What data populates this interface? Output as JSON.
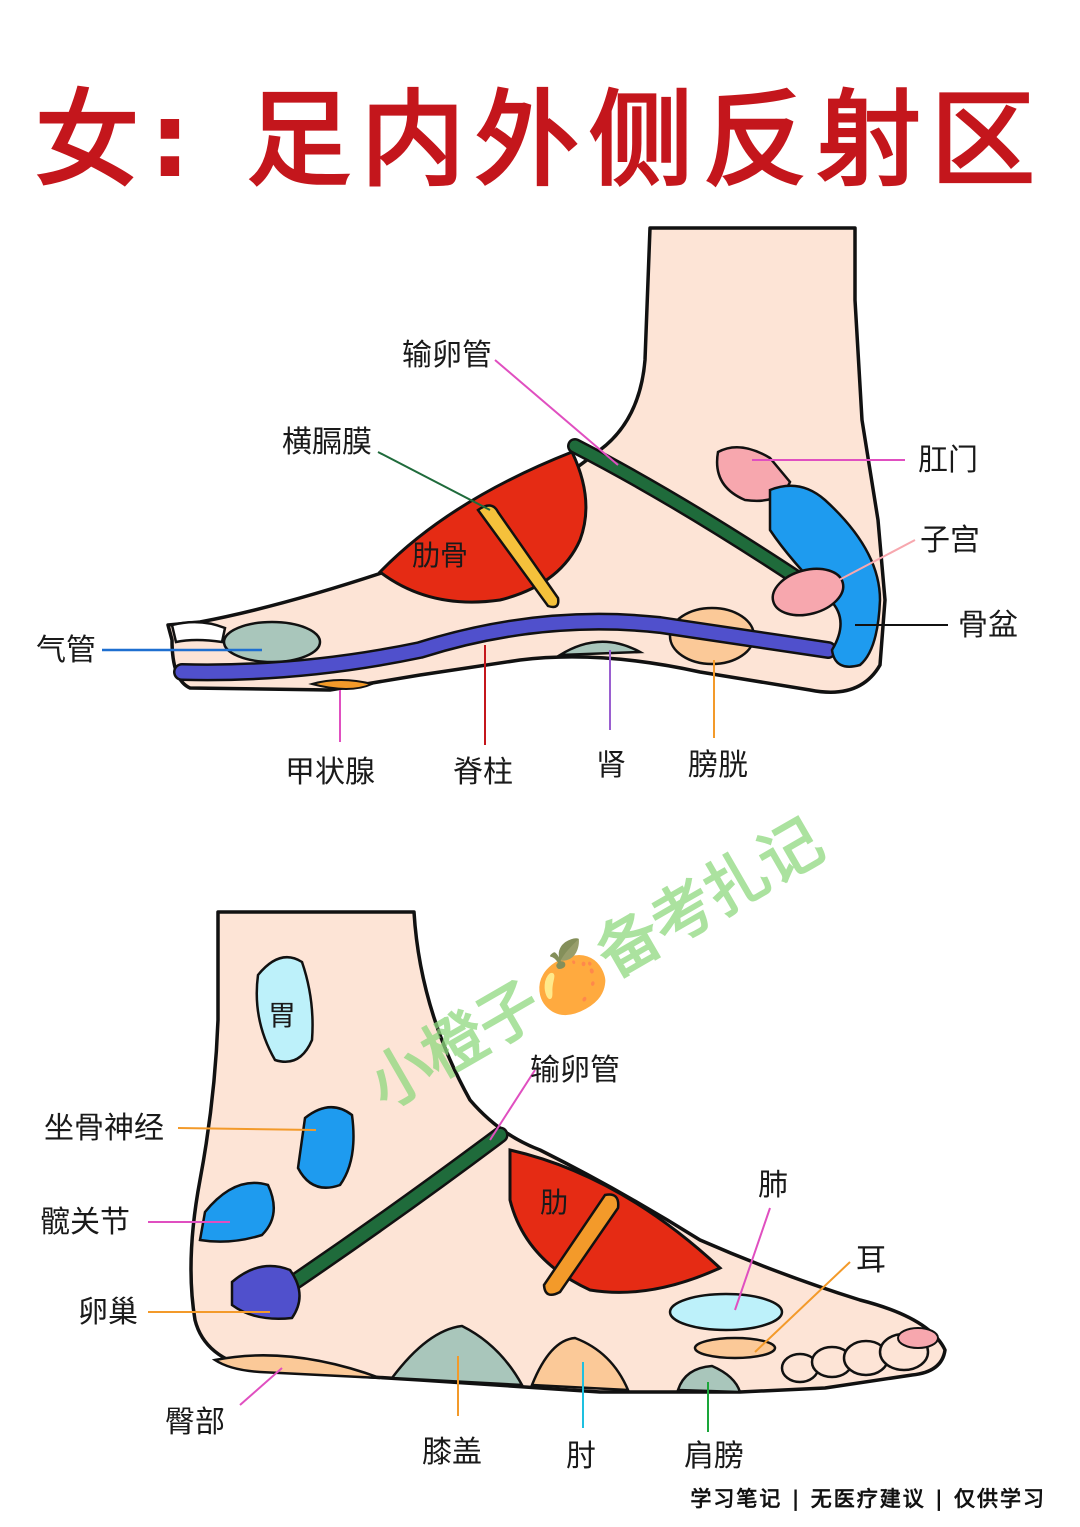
{
  "title": "女: 足内外侧反射区",
  "watermark": "小橙子🍊备考扎记",
  "footer": "学习笔记 | 无医疗建议 | 仅供学习",
  "colors": {
    "title": "#c4161c",
    "skin": "#fde4d6",
    "rib_red": "#e52b14",
    "spine_blue": "#5050cc",
    "green_duct": "#1f6b3b",
    "pink_zone": "#f7a7ae",
    "blue_zone": "#1e9bef",
    "light_blue_zone": "#bdf1fa",
    "orange_zone": "#f39a2a",
    "peach_zone": "#fbc998",
    "grey_green_zone": "#a9c6bb"
  },
  "diagram_top": {
    "inner_labels": {
      "ribs": "肋骨"
    },
    "labels": {
      "fallopian_tube": "输卵管",
      "diaphragm": "横膈膜",
      "anus": "肛门",
      "uterus": "子宫",
      "pelvis": "骨盆",
      "trachea": "气管",
      "thyroid": "甲状腺",
      "spine": "脊柱",
      "kidney": "肾",
      "bladder": "膀胱"
    }
  },
  "diagram_bottom": {
    "inner_labels": {
      "stomach": "胃",
      "ribs": "肋"
    },
    "labels": {
      "fallopian_tube": "输卵管",
      "sciatic_nerve": "坐骨神经",
      "hip_joint": "髋关节",
      "ovary": "卵巢",
      "buttocks": "臀部",
      "knee": "膝盖",
      "elbow": "肘",
      "shoulder": "肩膀",
      "lung": "肺",
      "ear": "耳"
    }
  }
}
